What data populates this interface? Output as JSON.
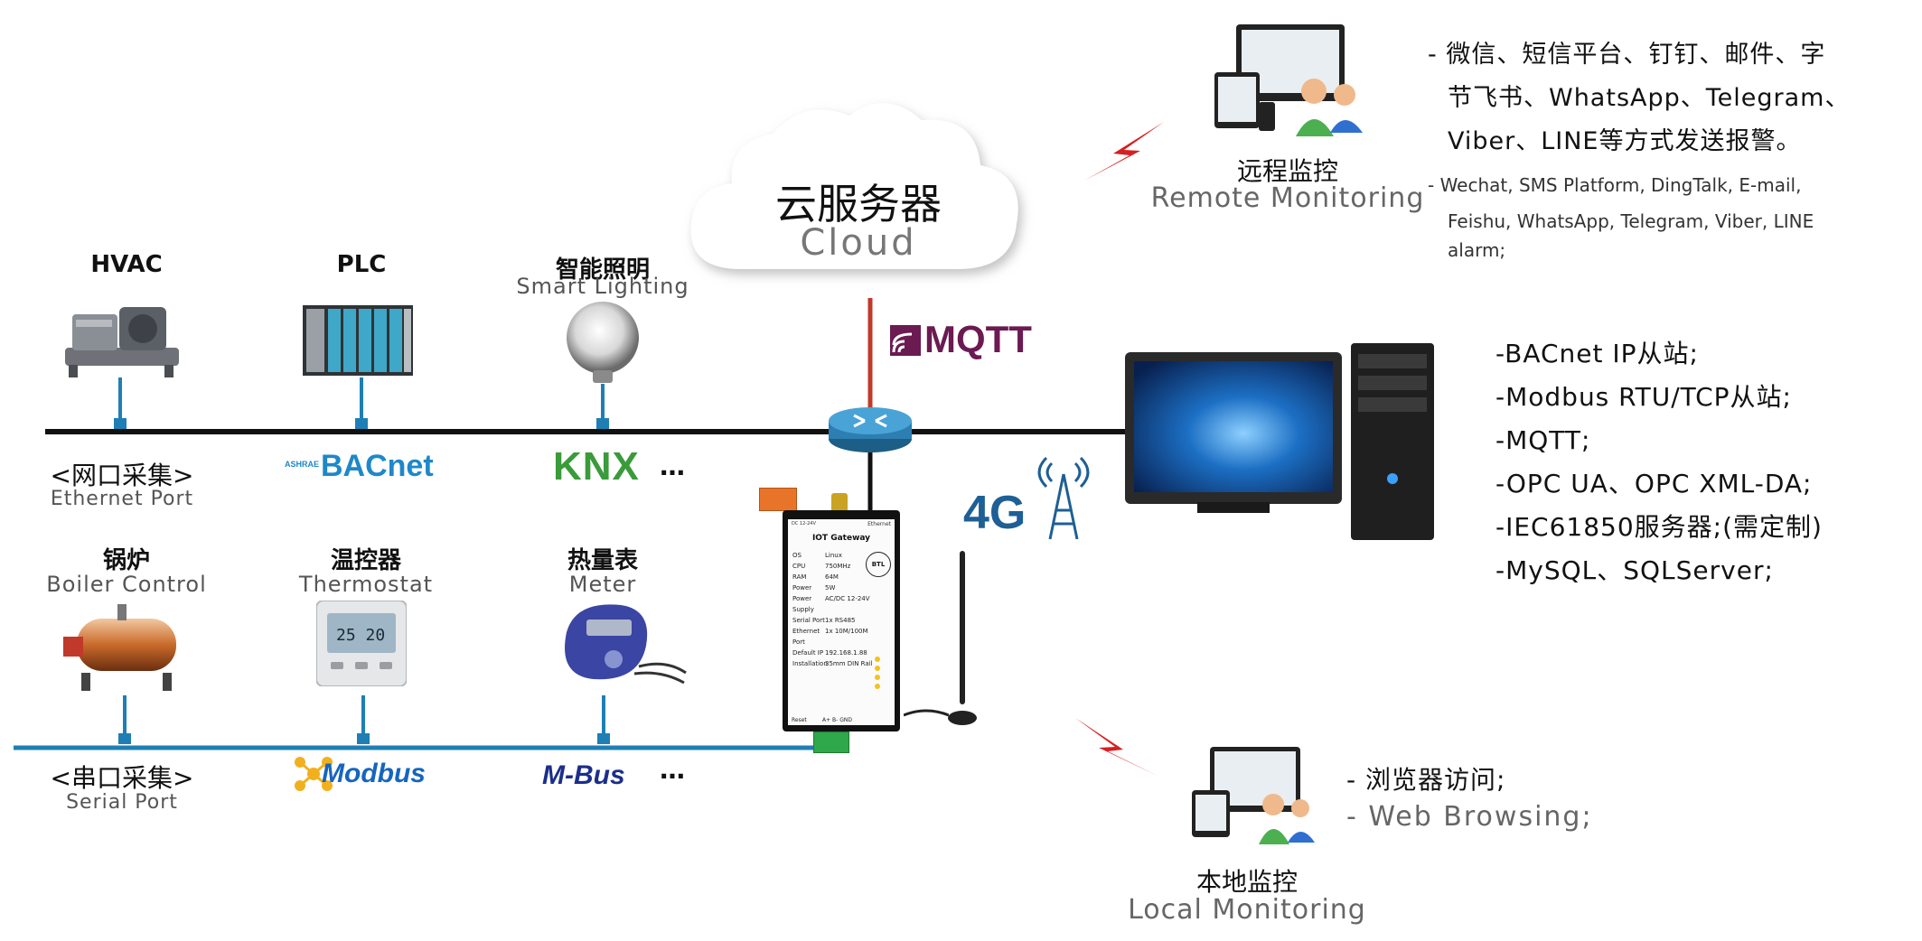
{
  "devices_ethernet": [
    {
      "cn": "HVAC",
      "en": ""
    },
    {
      "cn": "PLC",
      "en": ""
    },
    {
      "cn": "智能照明",
      "en": "Smart Lighting"
    }
  ],
  "devices_serial": [
    {
      "cn": "锅炉",
      "en": "Boiler Control"
    },
    {
      "cn": "温控器",
      "en": "Thermostat"
    },
    {
      "cn": "热量表",
      "en": "Meter"
    }
  ],
  "ethernet_port": {
    "cn": "<网口采集>",
    "en": "Ethernet Port"
  },
  "serial_port": {
    "cn": "<串口采集>",
    "en": "Serial Port"
  },
  "protocols": {
    "bacnet": "BACnet",
    "ashrae": "ASHRAE",
    "knx": "KNX",
    "modbus": "Modbus",
    "mbus": "M-Bus",
    "ellipsis": "…"
  },
  "cloud": {
    "cn": "云服务器",
    "en": "Cloud"
  },
  "mqtt": "MQTT",
  "cell": "4G",
  "remote": {
    "cn": "远程监控",
    "en": "Remote Monitoring"
  },
  "alarm": {
    "cn_line1": "- 微信、短信平台、钉钉、邮件、字",
    "cn_line2": "节飞书、WhatsApp、Telegram、",
    "cn_line3": "Viber、LINE等方式发送报警。",
    "en_line1": "- Wechat, SMS Platform, DingTalk, E-mail,",
    "en_line2": "Feishu, WhatsApp, Telegram, Viber,  LINE",
    "en_line3": "alarm;"
  },
  "server_features": [
    "-BACnet IP从站;",
    "-Modbus RTU/TCP从站;",
    "-MQTT;",
    "-OPC UA、OPC XML-DA;",
    "-IEC61850服务器;(需定制)",
    "-MySQL、SQLServer;"
  ],
  "local": {
    "cn": "本地监控",
    "en": "Local Monitoring",
    "browse_cn": "- 浏览器访问;",
    "browse_en": "- Web Browsing;"
  },
  "gateway": {
    "title": "IOT Gateway",
    "ethernet": "Ethernet",
    "power_label": "DC 12-24V",
    "cert": "BTL",
    "specs": [
      [
        "OS",
        "Linux"
      ],
      [
        "CPU",
        "750MHz"
      ],
      [
        "RAM",
        "64M"
      ],
      [
        "Power",
        "5W"
      ],
      [
        "Power Supply",
        "AC/DC 12-24V"
      ],
      [
        "Serial Port",
        "1x RS485"
      ],
      [
        "Ethernet Port",
        "1x 10M/100M"
      ],
      [
        "Default IP",
        "192.168.1.88"
      ],
      [
        "Installation",
        "35mm DIN Rail"
      ]
    ],
    "reset": "Reset",
    "terminals": "A+ B- GND"
  },
  "colors": {
    "ethernet_line": "#111111",
    "serial_line": "#1f7fb5",
    "cloud_link": "#c0392b",
    "mqtt": "#6b1a52",
    "bacnet": "#1e88c8",
    "modbus": "#1565c0"
  }
}
